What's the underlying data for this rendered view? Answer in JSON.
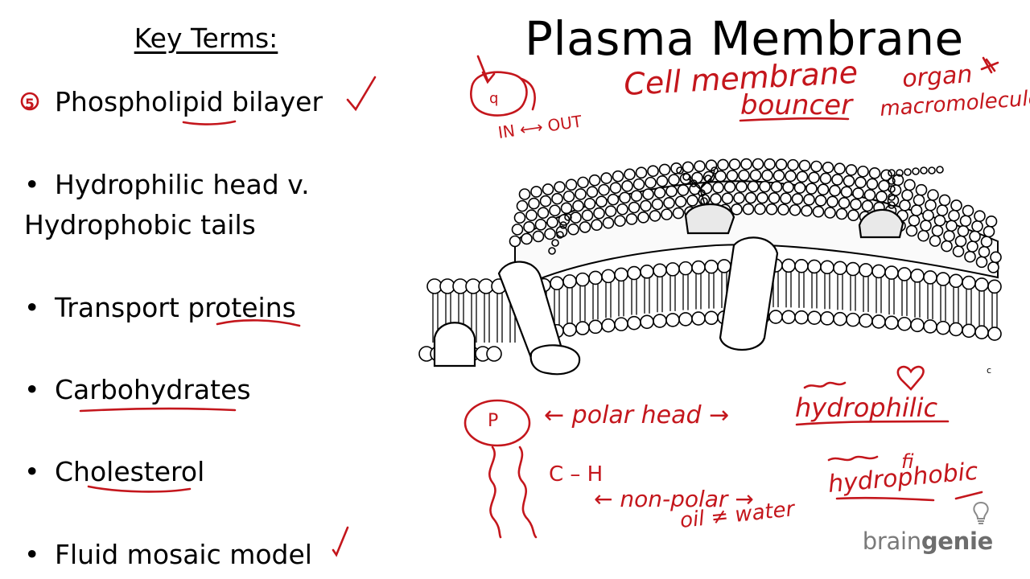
{
  "slide": {
    "title": "Plasma Membrane",
    "key_terms_heading": "Key Terms:",
    "terms": [
      {
        "text": "Phospholipid bilayer"
      },
      {
        "line1": "Hydrophilic head v.",
        "line2": "Hydrophobic tails"
      },
      {
        "text": "Transport proteins"
      },
      {
        "text": "Carbohydrates"
      },
      {
        "text": "Cholesterol"
      },
      {
        "text": "Fluid mosaic model"
      }
    ],
    "bullet_glyph": "•",
    "stray_mark": "c"
  },
  "annotations": {
    "number_badge": "5",
    "badge_inner": "q",
    "in_out": "IN ⟷ OUT",
    "cell_membrane": "Cell membrane",
    "organ": "organ",
    "bouncer": "bouncer",
    "macromolecules": "macromolecules",
    "p_label": "P",
    "polar_head": "← polar head →",
    "hydrophilic": "hydrophilic",
    "ch_label": "C – H",
    "non_polar": "← non-polar →",
    "oil_water": "oil ≠ water",
    "hydrophobic": "hydrophobic",
    "fi_mark": "fi"
  },
  "branding": {
    "logo_left": "brain",
    "logo_right": "genie"
  },
  "colors": {
    "ink": "#c4161c",
    "text": "#000000",
    "logo": "#7a7a7a"
  }
}
